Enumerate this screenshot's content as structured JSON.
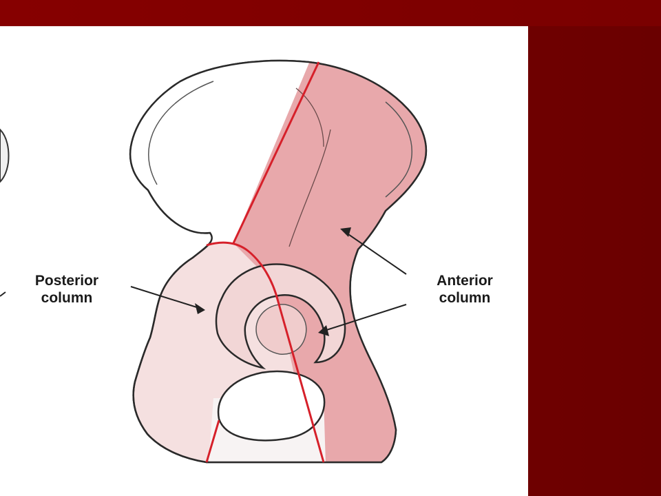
{
  "diagram": {
    "labels": {
      "posterior": {
        "line1": "Posterior",
        "line2": "column"
      },
      "anterior": {
        "line1": "Anterior",
        "line2": "column"
      }
    },
    "colors": {
      "background": "#730000",
      "panel": "#ffffff",
      "anterior_fill": "#e8a8ab",
      "posterior_fill": "#f5e0e0",
      "divider_line": "#d6202a",
      "outline": "#2a2a2a"
    }
  }
}
